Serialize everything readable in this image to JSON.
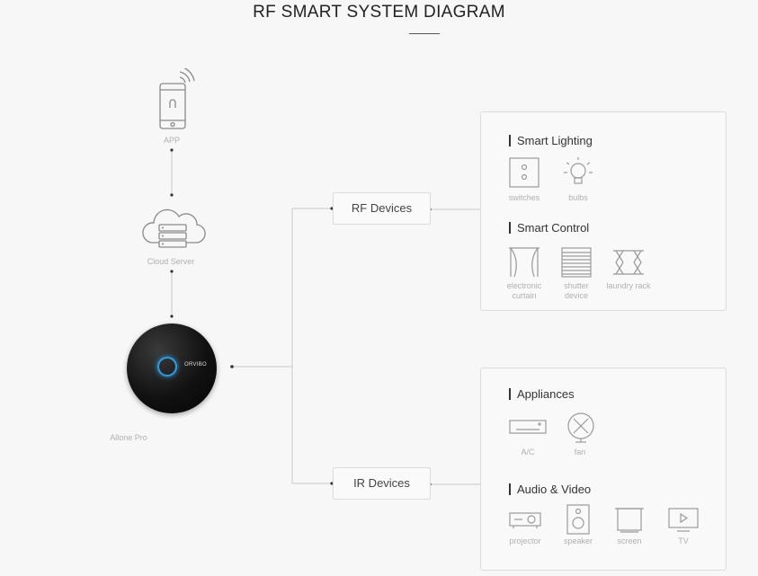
{
  "title": "RF SMART SYSTEM DIAGRAM",
  "left_column": {
    "app_label": "APP",
    "cloud_label": "Cloud Server",
    "hub_label": "Allone Pro",
    "hub_brand": "ORVIBO"
  },
  "branches": {
    "rf_label": "RF Devices",
    "ir_label": "IR Devices"
  },
  "rf_panel": {
    "sections": [
      {
        "heading": "Smart Lighting",
        "devices": [
          {
            "label": "switches",
            "icon": "switch-icon"
          },
          {
            "label": "bulbs",
            "icon": "bulb-icon"
          }
        ]
      },
      {
        "heading": "Smart Control",
        "devices": [
          {
            "label": "electronic curtain",
            "icon": "curtain-icon"
          },
          {
            "label": "shutter device",
            "icon": "shutter-icon"
          },
          {
            "label": "laundry rack",
            "icon": "laundry-rack-icon"
          }
        ]
      }
    ]
  },
  "ir_panel": {
    "sections": [
      {
        "heading": "Appliances",
        "devices": [
          {
            "label": "A/C",
            "icon": "air-conditioner-icon"
          },
          {
            "label": "fan",
            "icon": "fan-icon"
          }
        ]
      },
      {
        "heading": "Audio & Video",
        "devices": [
          {
            "label": "projector",
            "icon": "projector-icon"
          },
          {
            "label": "speaker",
            "icon": "speaker-icon"
          },
          {
            "label": "screen",
            "icon": "screen-icon"
          },
          {
            "label": "TV",
            "icon": "tv-icon"
          }
        ]
      }
    ]
  },
  "colors": {
    "line": "#c8c8c8",
    "dot": "#333333",
    "icon_stroke": "#9a9a9a",
    "hub_ring": "#2f9be0"
  }
}
